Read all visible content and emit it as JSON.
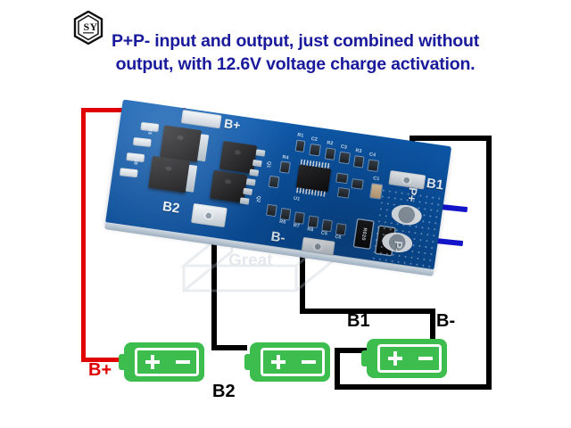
{
  "header": {
    "logo_name": "SY",
    "title_line1": "P+P- input and output, just combined without",
    "title_line2": "output, with 12.6V voltage charge activation.",
    "title_color": "#1a1a9c"
  },
  "board": {
    "name": "3S BMS protection board",
    "pads": [
      {
        "id": "b-plus",
        "label": "B+"
      },
      {
        "id": "b2",
        "label": "B2"
      },
      {
        "id": "b-minus",
        "label": "B-"
      },
      {
        "id": "b1",
        "label": "B1"
      },
      {
        "id": "p-plus",
        "label": "P+"
      },
      {
        "id": "p-minus",
        "label": "P-"
      }
    ],
    "designators": [
      "R1",
      "C2",
      "R2",
      "C3",
      "R3",
      "C4",
      "Q1",
      "Q2",
      "U1",
      "R5",
      "R6",
      "R7",
      "R8",
      "C5",
      "C6",
      "C1",
      "R4"
    ],
    "resistors": [
      {
        "id": "shunt-1",
        "value": "R020"
      },
      {
        "id": "shunt-2",
        "value": "R020"
      }
    ],
    "colors": {
      "soldermask": "#0d56a6",
      "silkscreen": "#e8f2fb",
      "pad": "#dfe6ec"
    }
  },
  "diagram": {
    "batteries": [
      {
        "id": "cell-1",
        "plus": "+",
        "minus": "-"
      },
      {
        "id": "cell-2",
        "plus": "+",
        "minus": "-"
      },
      {
        "id": "cell-3",
        "plus": "+",
        "minus": "-"
      }
    ],
    "labels": [
      {
        "id": "label-b-plus",
        "text": "B+",
        "color": "#e00000"
      },
      {
        "id": "label-b2",
        "text": "B2",
        "color": "#000000"
      },
      {
        "id": "label-b1",
        "text": "B1",
        "color": "#000000"
      },
      {
        "id": "label-b-minus",
        "text": "B-",
        "color": "#000000"
      }
    ],
    "wire_colors": {
      "positive": "#e00000",
      "negative": "#000000",
      "output": "#1414c8"
    }
  },
  "watermark": {
    "text": "Great"
  }
}
